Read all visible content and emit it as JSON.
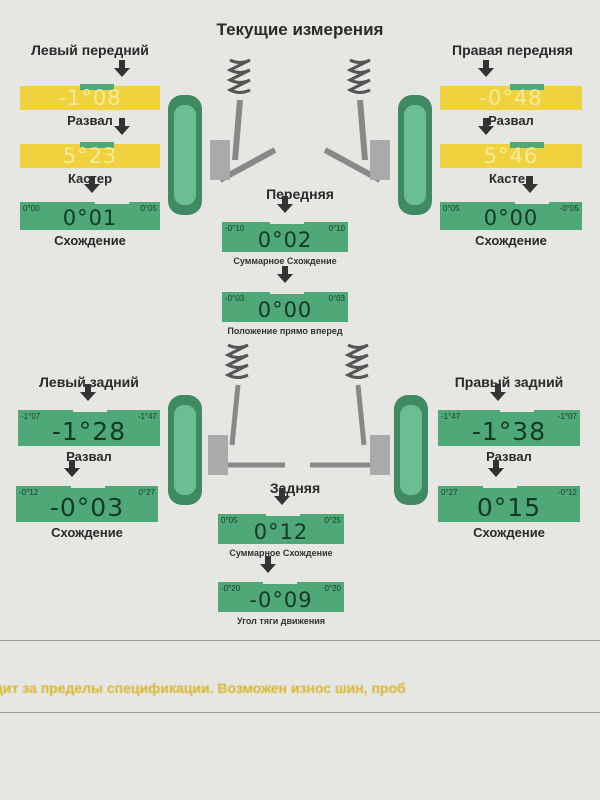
{
  "title": "Текущие измерения",
  "left_front": {
    "label": "Левый передний",
    "camber": {
      "label": "Развал",
      "value": "-1°08",
      "status": "out-of-spec"
    },
    "caster": {
      "label": "Кастер",
      "value": "5°23",
      "status": "out-of-spec"
    },
    "toe": {
      "label": "Схождение",
      "value": "0°01",
      "min": "0°00",
      "max": "0°05"
    }
  },
  "right_front": {
    "label": "Правая передняя",
    "camber": {
      "label": "Развал",
      "value": "-0°48",
      "status": "out-of-spec"
    },
    "caster": {
      "label": "Кастер",
      "value": "5°46",
      "status": "out-of-spec"
    },
    "toe": {
      "label": "Схождение",
      "value": "0°00",
      "min": "0°05",
      "max": "-0°05"
    }
  },
  "front": {
    "label": "Передняя",
    "total_toe": {
      "label": "Суммарное Схождение",
      "value": "0°02",
      "min": "-0°10",
      "max": "0°10"
    },
    "straight_ahead": {
      "label": "Положение прямо вперед",
      "value": "0°00",
      "min": "-0°03",
      "max": "0°03"
    }
  },
  "left_rear": {
    "label": "Левый задний",
    "camber": {
      "label": "Развал",
      "value": "-1°28",
      "min": "-1°07",
      "max": "-1°47"
    },
    "toe": {
      "label": "Схождение",
      "value": "-0°03",
      "min": "-0°12",
      "max": "0°27"
    }
  },
  "right_rear": {
    "label": "Правый задний",
    "camber": {
      "label": "Развал",
      "value": "-1°38",
      "min": "-1°47",
      "max": "-1°07"
    },
    "toe": {
      "label": "Схождение",
      "value": "0°15",
      "min": "0°27",
      "max": "-0°12"
    }
  },
  "rear": {
    "label": "Задняя",
    "total_toe": {
      "label": "Суммарное Схождение",
      "value": "0°12",
      "min": "0°05",
      "max": "0°25"
    },
    "thrust_angle": {
      "label": "Угол тяги движения",
      "value": "-0°09",
      "min": "-0°20",
      "max": "0°20"
    }
  },
  "footer_note": "дит за пределы спецификации. Возможен износ шин, проб",
  "colors": {
    "in_spec": "#4ea877",
    "out_of_spec": "#efd23e"
  }
}
